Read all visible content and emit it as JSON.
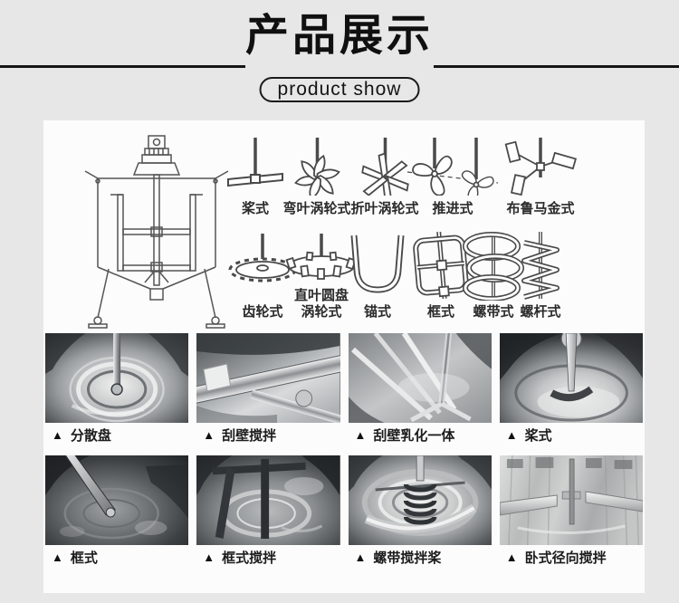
{
  "header": {
    "title": "产品展示",
    "subtitle": "product show"
  },
  "colors": {
    "page_bg": "#e7e7e7",
    "panel_bg": "#fcfcfc",
    "title_text": "#101010",
    "divider_line": "#161616",
    "label_text": "#2b2b2b"
  },
  "agitator_types": {
    "row1": [
      {
        "label": "桨式",
        "icon": "paddle-agitator-icon"
      },
      {
        "label": "弯叶涡轮式",
        "icon": "curved-blade-turbine-icon"
      },
      {
        "label": "折叶涡轮式",
        "icon": "pitched-blade-turbine-icon"
      },
      {
        "label": "推进式",
        "icon": "propeller-agitator-icon"
      },
      {
        "label": "布鲁马金式",
        "icon": "brumagin-agitator-icon"
      }
    ],
    "row2": [
      {
        "label": "齿轮式",
        "icon": "gear-disc-agitator-icon"
      },
      {
        "label": "直叶圆盘\n涡轮式",
        "icon": "straight-blade-disc-turbine-icon"
      },
      {
        "label": "锚式",
        "icon": "anchor-agitator-icon"
      },
      {
        "label": "框式",
        "icon": "frame-agitator-icon"
      },
      {
        "label": "螺带式",
        "icon": "helical-ribbon-agitator-icon"
      },
      {
        "label": "螺杆式",
        "icon": "screw-agitator-icon"
      }
    ]
  },
  "photo_gallery": {
    "bullet": "▲",
    "items": [
      {
        "label": "分散盘"
      },
      {
        "label": "刮壁搅拌"
      },
      {
        "label": "刮壁乳化一体"
      },
      {
        "label": "桨式"
      },
      {
        "label": "框式"
      },
      {
        "label": "框式搅拌"
      },
      {
        "label": "螺带搅拌桨"
      },
      {
        "label": "卧式径向搅拌"
      }
    ]
  }
}
